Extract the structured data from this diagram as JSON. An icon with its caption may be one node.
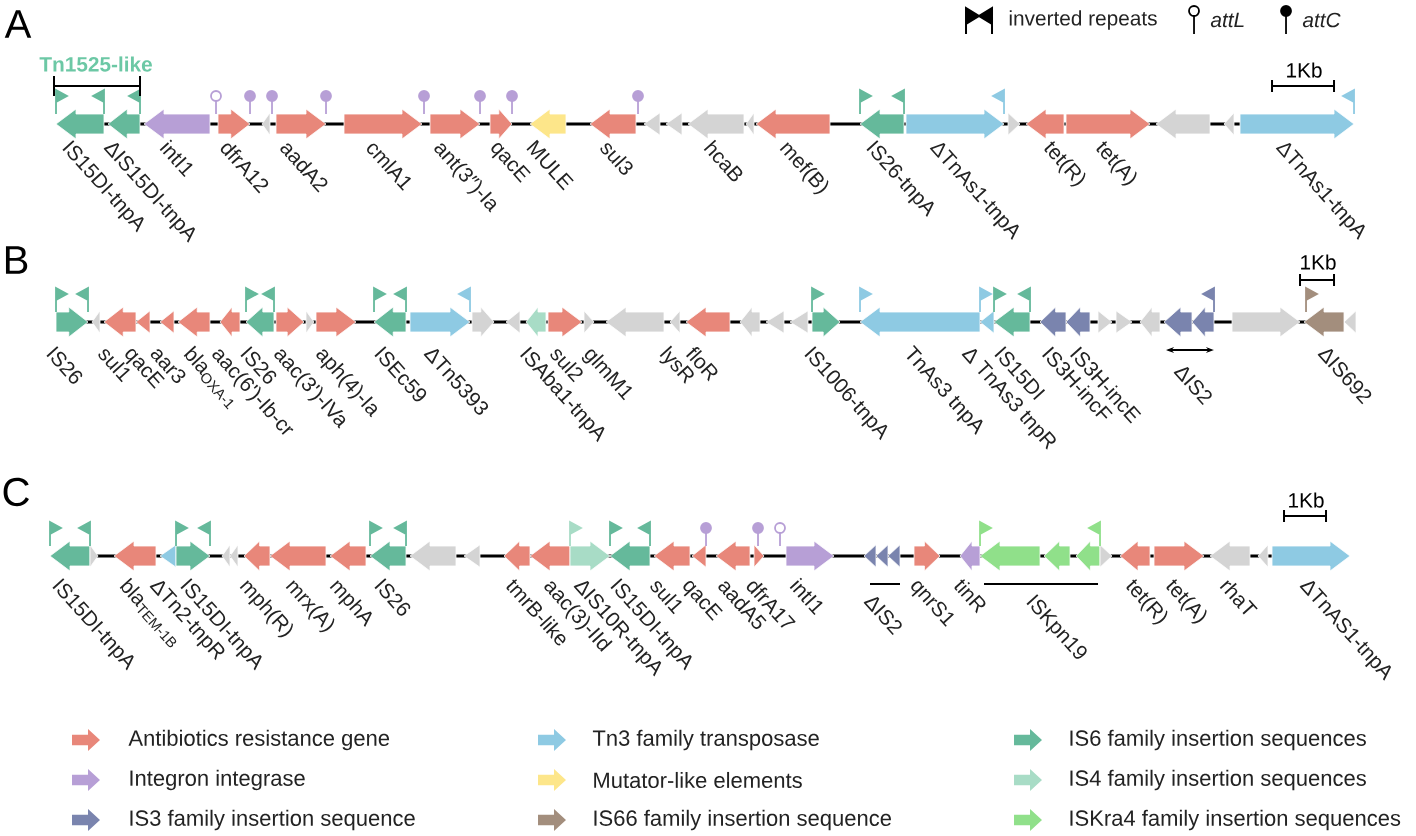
{
  "diagram": {
    "labels": [
      "A",
      "Tn1525-like",
      "1Kb",
      "IS15DI-tnpA",
      "ΔIS15DI-tnpA",
      "intI1",
      "dfrA12",
      "aadA2",
      "cmlA1",
      "ant(3″)-Ia",
      "qacE",
      "MULE",
      "sul3",
      "hcaB",
      "mef(B)",
      "IS26-tnpA",
      "ΔTnAs1-tnpA",
      "tet(R)",
      "tet(A)",
      "ΔTnAs1-tnpA",
      "B",
      "1Kb",
      "IS26",
      "sul1",
      "qacE",
      "aar3",
      "bla$_{OXA-1}$",
      "aac(6')-Ib-cr",
      "IS26",
      "aac(3')-IVa",
      "aph(4)-Ia",
      "ISEc59",
      "ΔTn5393",
      "ISAba1-tnpA",
      "sul2",
      "glmM1",
      "lysR",
      "floR",
      "IS1006-tnpA",
      "TnAs3 tnpA",
      "Δ TnAs3 tnpR",
      "IS15DI",
      "IS3H-incF",
      "IS3H-incE",
      "ΔIS2",
      "ΔIS692",
      "C",
      "1Kb",
      "IS15DI-tnpA",
      "bla$_{TEM-1B}$",
      "ΔTn2-tnpR",
      "IS15DI-tnpA",
      "mph(R)",
      "mrx(A)",
      "mphA",
      "IS26",
      "tmrB-like",
      "aac(3)-IId",
      "ΔIS10R-tnpA",
      "IS15DI-tnpA",
      "sul1",
      "qacE",
      "aadA5",
      "dfrA17",
      "intI1",
      "ΔIS2",
      "qnrS1",
      "tinR",
      "ISKpn19",
      "tet(R)",
      "tet(A)",
      "rhaT",
      "ΔTnAS1-tnpA"
    ],
    "legend": [
      {
        "text": "inverted repeats"
      },
      {
        "text": "attL"
      },
      {
        "text": "attC"
      },
      {
        "text": "Antibiotics resistance gene",
        "color": "#e8877a"
      },
      {
        "text": "Tn3 family transposase",
        "color": "#8ecae3"
      },
      {
        "text": "IS6 family insertion sequences",
        "color": "#65b99b"
      },
      {
        "text": "Integron integrase",
        "color": "#b79fd6"
      },
      {
        "text": "Mutator-like elements",
        "color": "#fde68a"
      },
      {
        "text": "IS4 family insertion sequences",
        "color": "#a8dcc6"
      },
      {
        "text": "IS3 family insertion sequence",
        "color": "#7a84ae"
      },
      {
        "text": "IS66 family insertion sequence",
        "color": "#a38e7d"
      },
      {
        "text": "ISKra4 family insertion sequences",
        "color": "#90e08a"
      }
    ]
  }
}
